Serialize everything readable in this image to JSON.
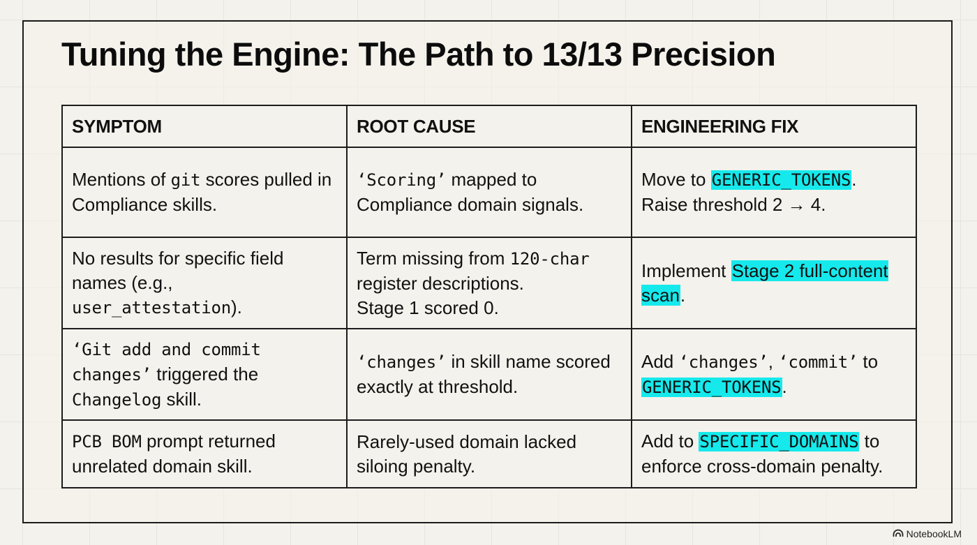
{
  "slide": {
    "title": "Tuning the Engine: The Path to 13/13 Precision"
  },
  "table": {
    "headers": [
      "SYMPTOM",
      "ROOT CAUSE",
      "ENGINEERING FIX"
    ],
    "rows": [
      {
        "symptom": [
          {
            "t": "Mentions of ",
            "style": "text"
          },
          {
            "t": "git",
            "style": "mono"
          },
          {
            "t": " scores pulled in Compliance skills.",
            "style": "text"
          }
        ],
        "root_cause": [
          {
            "t": "‘Scoring’",
            "style": "mono"
          },
          {
            "t": " mapped to Compliance domain signals.",
            "style": "text"
          }
        ],
        "fix": [
          {
            "t": "Move to ",
            "style": "text"
          },
          {
            "t": "GENERIC_TOKENS",
            "style": "mono-hl"
          },
          {
            "t": ".",
            "style": "text"
          },
          {
            "t": "\nRaise threshold 2 → 4.",
            "style": "text"
          }
        ]
      },
      {
        "symptom": [
          {
            "t": "No results for specific field names (e.g., ",
            "style": "text"
          },
          {
            "t": "user_attestation",
            "style": "mono"
          },
          {
            "t": ").",
            "style": "text"
          }
        ],
        "root_cause": [
          {
            "t": "Term missing from ",
            "style": "text"
          },
          {
            "t": "120-char",
            "style": "mono"
          },
          {
            "t": " register descriptions.",
            "style": "text"
          },
          {
            "t": "\nStage 1 scored 0.",
            "style": "text"
          }
        ],
        "fix": [
          {
            "t": "Implement ",
            "style": "text"
          },
          {
            "t": "Stage 2 full-content scan",
            "style": "hl"
          },
          {
            "t": ".",
            "style": "text"
          }
        ]
      },
      {
        "symptom": [
          {
            "t": "‘Git add and commit changes’",
            "style": "mono"
          },
          {
            "t": " triggered the ",
            "style": "text"
          },
          {
            "t": "Changelog",
            "style": "mono"
          },
          {
            "t": " skill.",
            "style": "text"
          }
        ],
        "root_cause": [
          {
            "t": "‘changes’",
            "style": "mono"
          },
          {
            "t": " in skill name scored exactly at threshold.",
            "style": "text"
          }
        ],
        "fix": [
          {
            "t": "Add ",
            "style": "text"
          },
          {
            "t": "‘changes’",
            "style": "mono"
          },
          {
            "t": ", ",
            "style": "text"
          },
          {
            "t": "‘commit’",
            "style": "mono"
          },
          {
            "t": " to ",
            "style": "text"
          },
          {
            "t": "GENERIC_TOKENS",
            "style": "mono-hl"
          },
          {
            "t": ".",
            "style": "text"
          }
        ]
      },
      {
        "symptom": [
          {
            "t": "PCB BOM",
            "style": "mono"
          },
          {
            "t": " prompt returned unrelated domain skill.",
            "style": "text"
          }
        ],
        "root_cause": [
          {
            "t": "Rarely-used domain lacked siloing penalty.",
            "style": "text"
          }
        ],
        "fix": [
          {
            "t": "Add to ",
            "style": "text"
          },
          {
            "t": "SPECIFIC_DOMAINS",
            "style": "mono-hl"
          },
          {
            "t": " to enforce cross-domain penalty.",
            "style": "text"
          }
        ]
      }
    ]
  },
  "footer": {
    "brand": "NotebookLM",
    "brand_icon": "notebooklm-logo-icon"
  },
  "colors": {
    "background": "#f4f2ec",
    "grid": "#e6e4dd",
    "border": "#1c1c1c",
    "highlight": "#16e9ec"
  }
}
